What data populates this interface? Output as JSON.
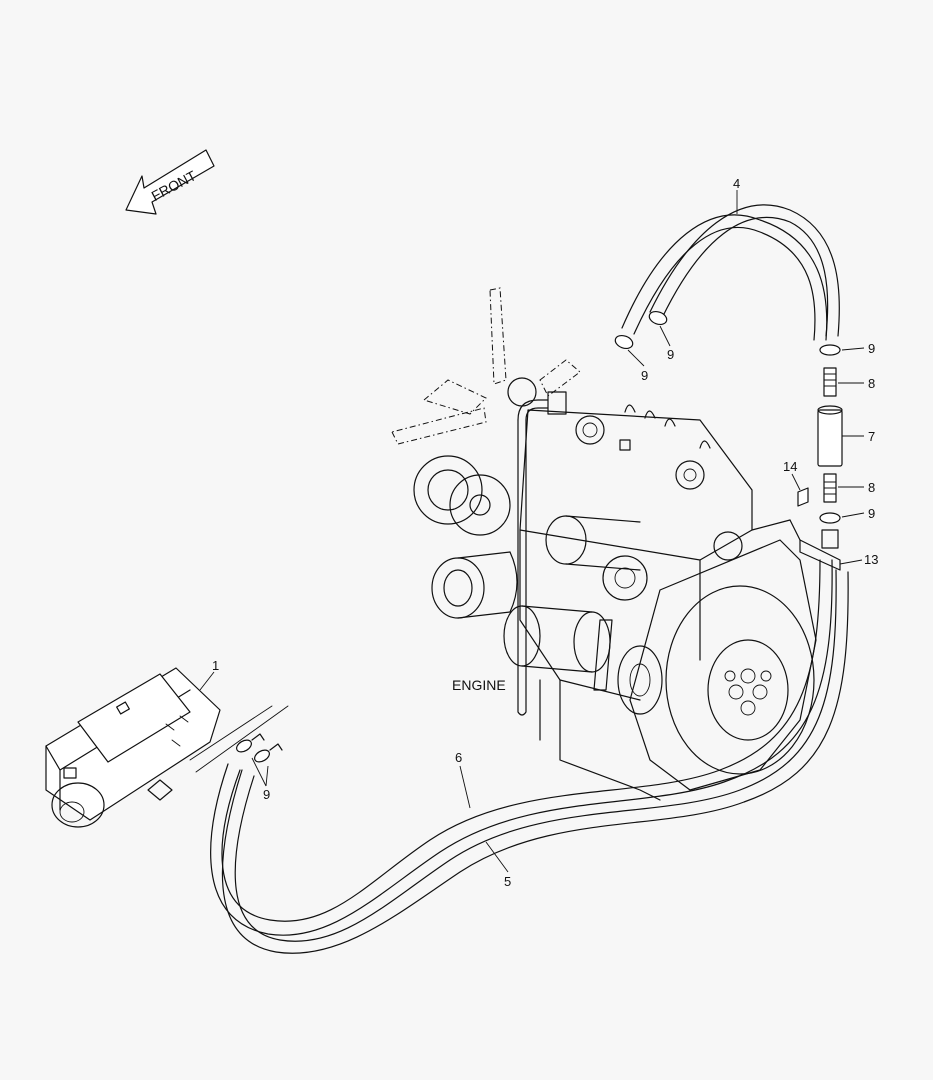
{
  "diagram": {
    "front_label": "FRONT",
    "engine_label": "ENGINE",
    "callouts": [
      {
        "id": "c1",
        "text": "1"
      },
      {
        "id": "c4",
        "text": "4"
      },
      {
        "id": "c5",
        "text": "5"
      },
      {
        "id": "c6",
        "text": "6"
      },
      {
        "id": "c7",
        "text": "7"
      },
      {
        "id": "c8a",
        "text": "8"
      },
      {
        "id": "c8b",
        "text": "8"
      },
      {
        "id": "c9a",
        "text": "9"
      },
      {
        "id": "c9b",
        "text": "9"
      },
      {
        "id": "c9c",
        "text": "9"
      },
      {
        "id": "c9d",
        "text": "9"
      },
      {
        "id": "c9e",
        "text": "9"
      },
      {
        "id": "c13",
        "text": "13"
      },
      {
        "id": "c14",
        "text": "14"
      }
    ]
  }
}
